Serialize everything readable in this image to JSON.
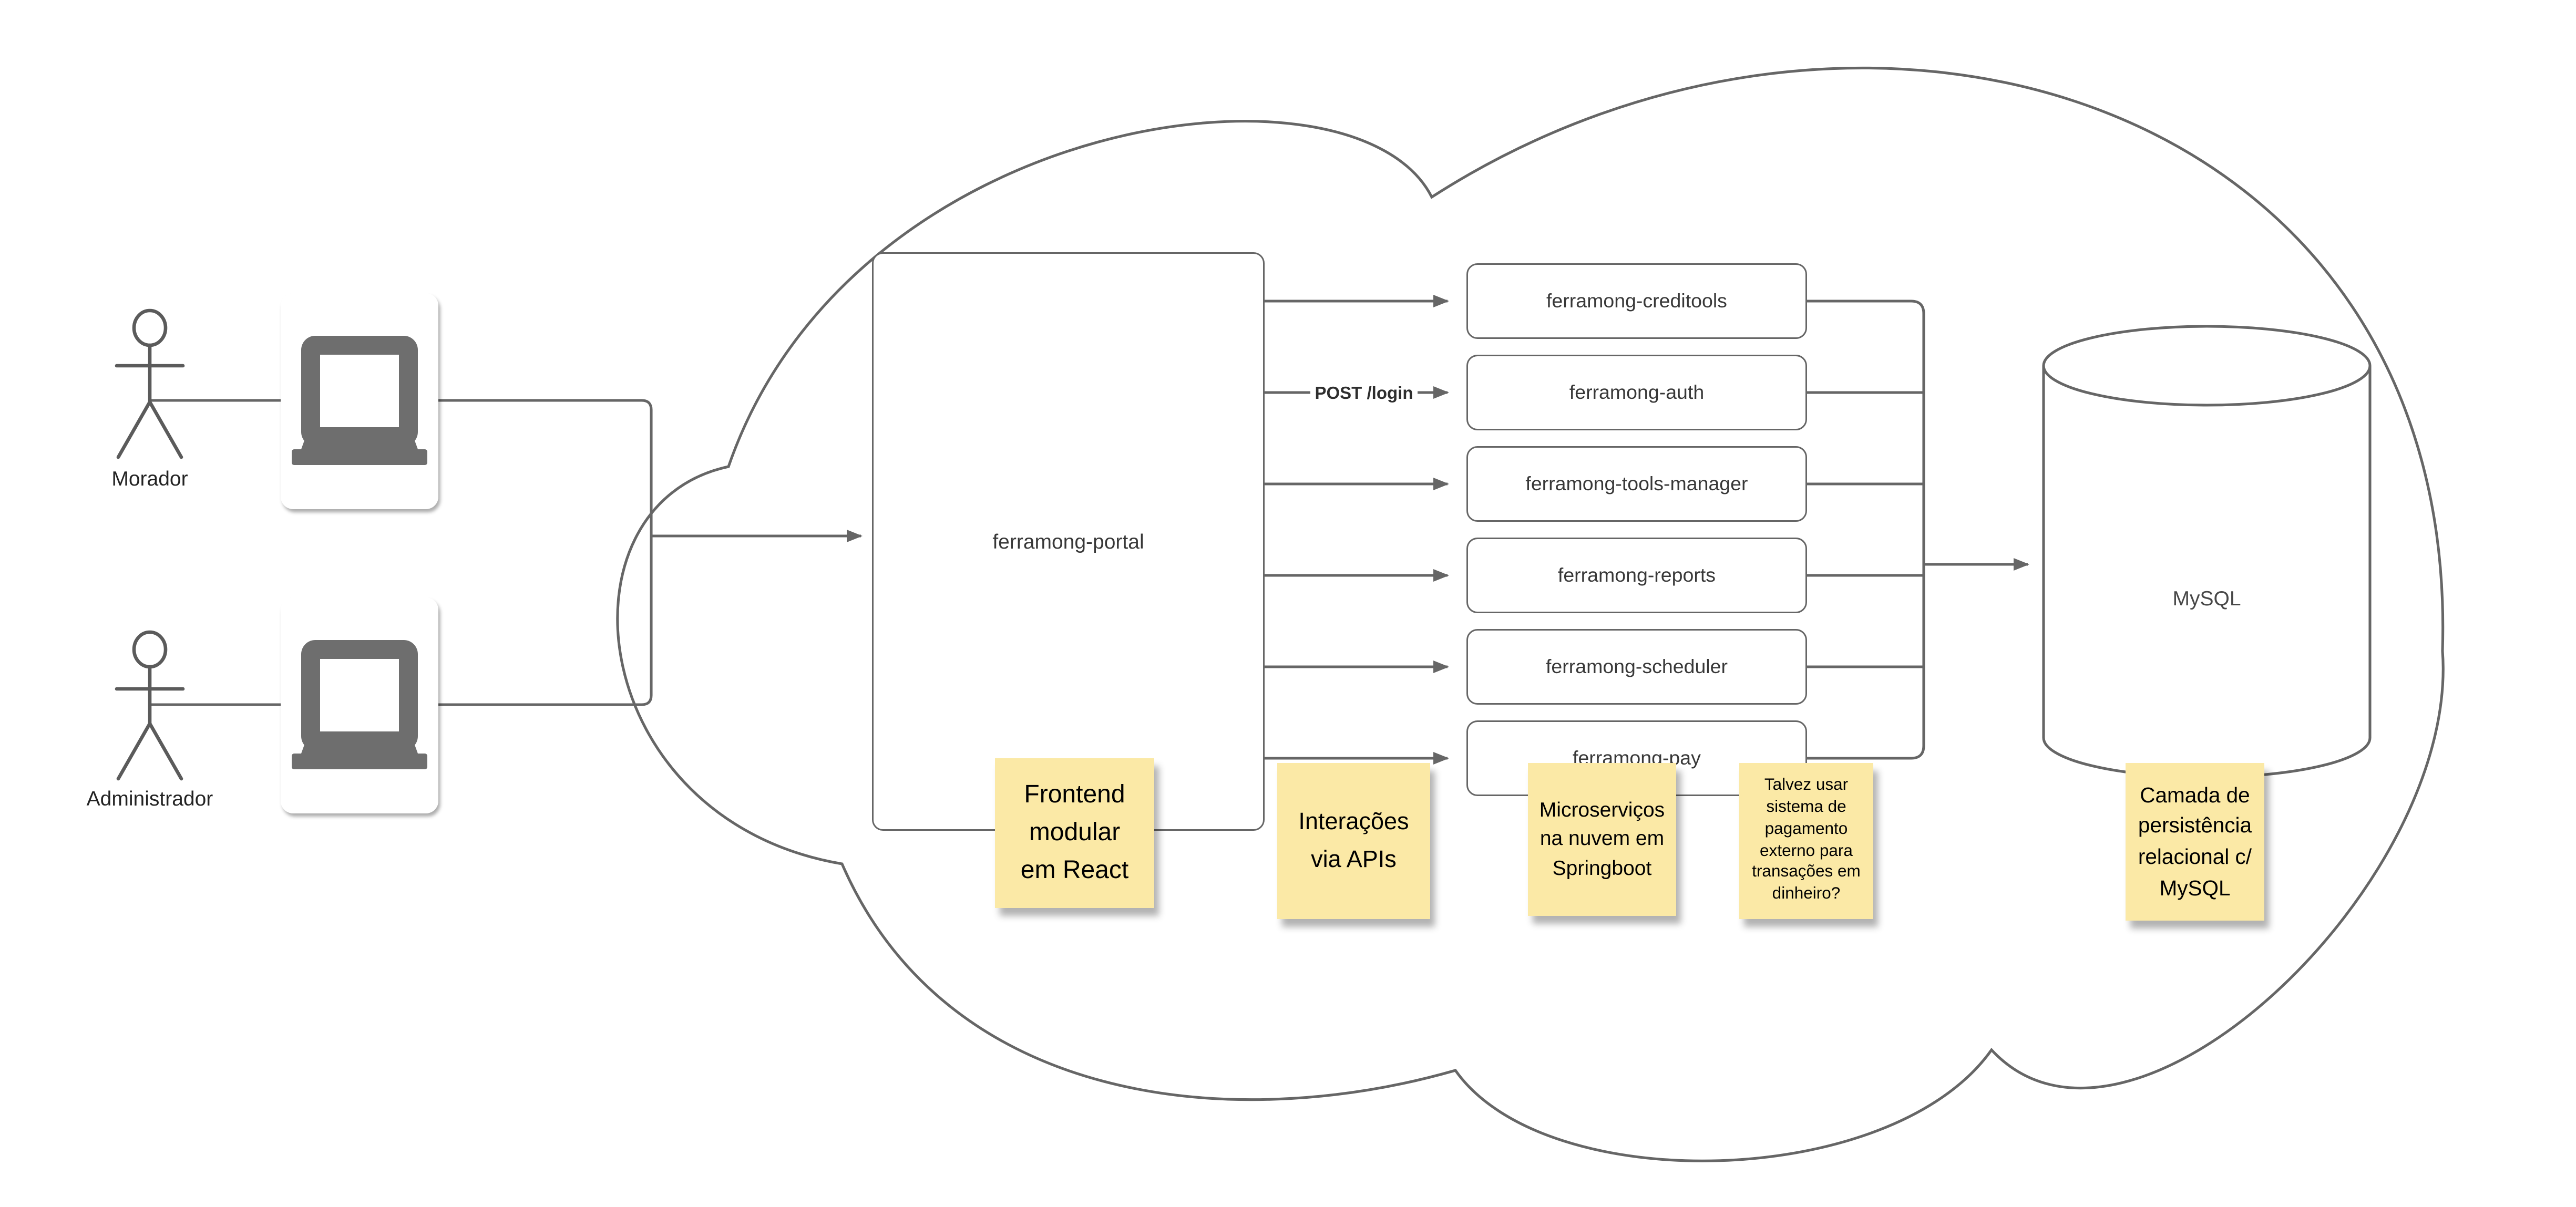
{
  "diagram": {
    "actors": [
      {
        "label": "Morador",
        "icon": "person-icon",
        "device_icon": "laptop-icon"
      },
      {
        "label": "Administrador",
        "icon": "person-icon",
        "device_icon": "laptop-icon"
      }
    ],
    "portal": {
      "label": "ferramong-portal"
    },
    "services": [
      {
        "label": "ferramong-creditools"
      },
      {
        "label": "ferramong-auth"
      },
      {
        "label": "ferramong-tools-manager"
      },
      {
        "label": "ferramong-reports"
      },
      {
        "label": "ferramong-scheduler"
      },
      {
        "label": "ferramong-pay"
      }
    ],
    "database": {
      "label": "MySQL",
      "icon": "database-cylinder-icon"
    },
    "edge_labels": {
      "login": "POST /login"
    },
    "notes": [
      {
        "text": "Frontend\nmodular\nem React"
      },
      {
        "text": "Interações\nvia APIs"
      },
      {
        "text": "Microserviços\nna nuvem em\nSpringboot"
      },
      {
        "text": "Talvez usar\nsistema de\npagamento\nexterno para\ntransações em\ndinheiro?"
      },
      {
        "text": "Camada de\npersistência\nrelacional c/\nMySQL"
      }
    ],
    "colors": {
      "stroke": "#666666",
      "icon_gray": "#6e6e6e",
      "note_fill": "#FBE9A6",
      "text": "#383838",
      "note_text": "#000000",
      "background": "#FFFFFF"
    }
  }
}
